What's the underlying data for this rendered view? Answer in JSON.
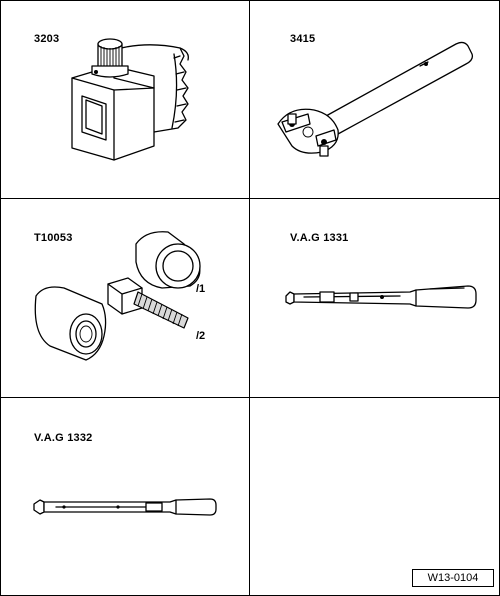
{
  "tools": [
    {
      "id": "3203",
      "label": "3203"
    },
    {
      "id": "3415",
      "label": "3415"
    },
    {
      "id": "T10053",
      "label": "T10053",
      "parts": [
        "/1",
        "/2"
      ]
    },
    {
      "id": "VAG1331",
      "label": "V.A.G 1331"
    },
    {
      "id": "VAG1332",
      "label": "V.A.G 1332"
    }
  ],
  "figure_ref": "W13-0104"
}
